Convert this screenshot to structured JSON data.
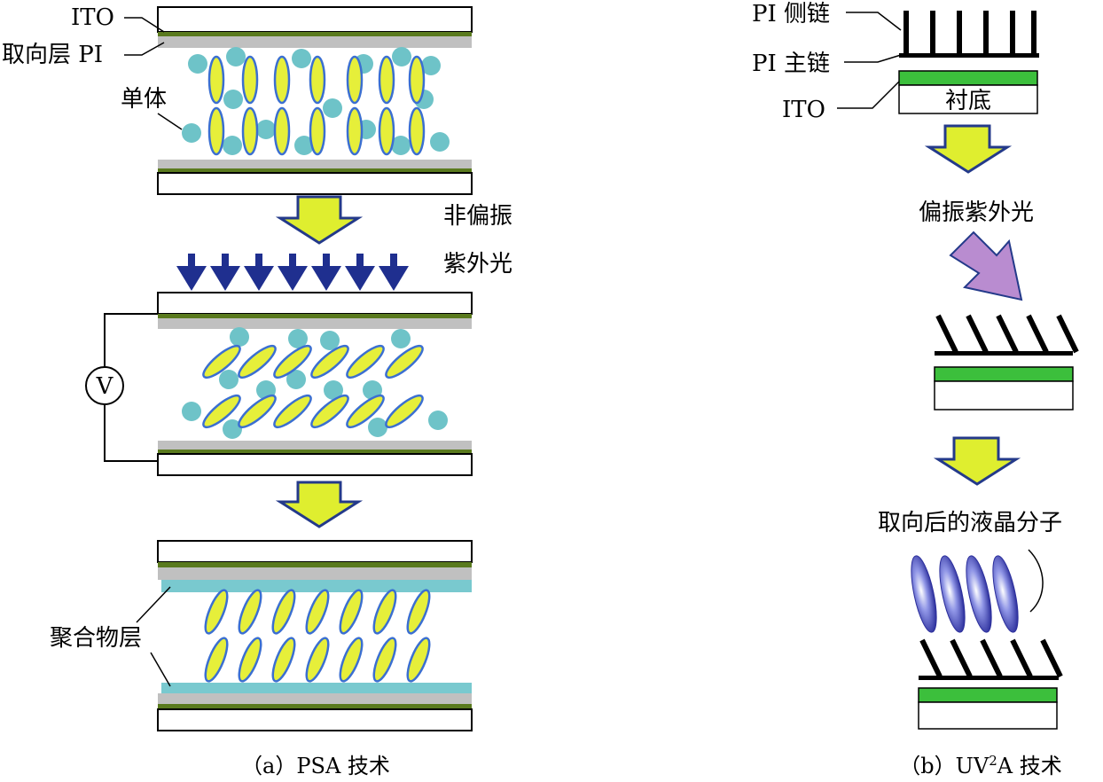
{
  "panel_a": {
    "label_ito": "ITO",
    "label_pi": "取向层 PI",
    "label_monomer": "单体",
    "label_uv_line1": "非偏振",
    "label_uv_line2": "紫外光",
    "label_voltage": "V",
    "label_polymer": "聚合物层",
    "caption": "（a）PSA 技术"
  },
  "panel_b": {
    "label_side_chain": "PI 侧链",
    "label_main_chain": "PI 主链",
    "label_ito": "ITO",
    "label_substrate": "衬底",
    "label_polarized_uv": "偏振紫外光",
    "label_aligned_lc": "取向后的液晶分子",
    "caption_prefix": "（b）UV",
    "caption_sup": "2",
    "caption_suffix": "A 技术"
  },
  "colors": {
    "glass_border": "#000000",
    "ito_green": "#5a7a1e",
    "pi_gray": "#c0c0c0",
    "monomer_cyan": "#6ec3c8",
    "lc_yellow": "#e6ef3a",
    "lc_outline": "#3b6fd1",
    "arrow_fill": "#dfee2f",
    "arrow_outline": "#243a8a",
    "uv_arrow": "#1f2f8f",
    "polymer_cyan": "#79c9cf",
    "substrate_green": "#3cbf3c",
    "polarized_arrow": "#b98cd0",
    "aligned_lc": "#4a4fc0"
  }
}
